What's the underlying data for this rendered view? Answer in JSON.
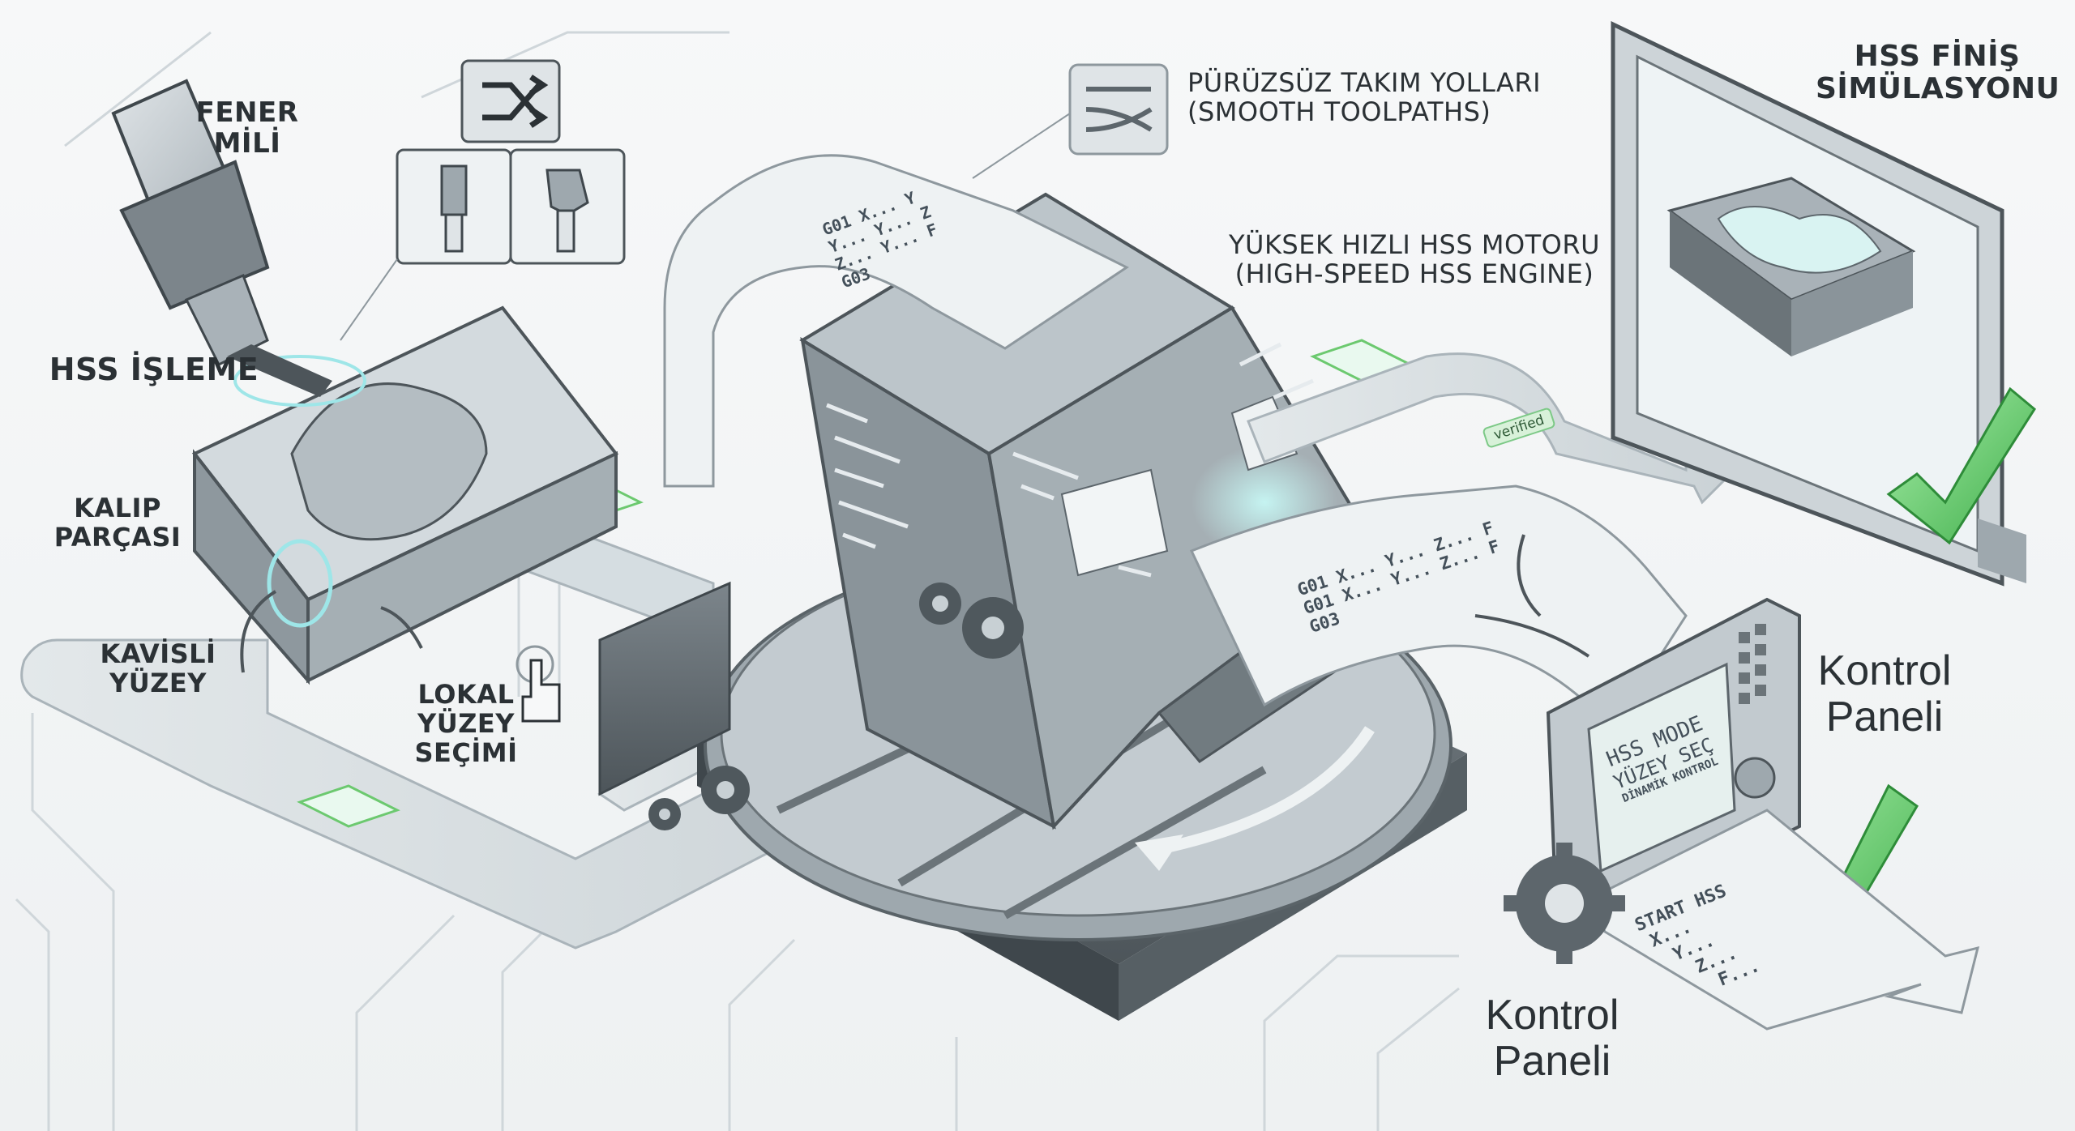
{
  "labels": {
    "spindle": [
      "FENER",
      "MİLİ"
    ],
    "hss_machining": "HSS İŞLEME",
    "mold_part": [
      "KALIP",
      "PARÇASI"
    ],
    "curved_surface": [
      "KAVİSLİ",
      "YÜZEY"
    ],
    "local_selection": [
      "LOKAL",
      "YÜZEY",
      "SEÇİMİ"
    ],
    "smooth_toolpaths": [
      "PÜRÜZSÜZ TAKIM YOLLARI",
      "(SMOOTH TOOLPATHS)"
    ],
    "engine": [
      "YÜKSEK HIZLI HSS MOTORU",
      "(HIGH-SPEED HSS ENGINE)"
    ],
    "finish_sim": [
      "HSS FİNİŞ",
      "SİMÜLASYONU"
    ],
    "control_panel_right": [
      "Kontrol",
      "Paneli"
    ],
    "control_panel_bottom": [
      "Kontrol",
      "Paneli"
    ],
    "verified": "verified"
  },
  "gcode_top": [
    "G01 X... Y",
    "Y... Y... Z",
    "Z... Y... F",
    "G03"
  ],
  "gcode_right": [
    "G01 X... Y... Z... F",
    "G01 X... Y... Z... F",
    "G03"
  ],
  "panel_screen": [
    "HSS MODE",
    "YÜZEY SEÇ",
    "DİNAMİK KONTROL"
  ],
  "start_sheet": [
    "START HSS",
    "X...",
    "Y...",
    "Z...",
    "F..."
  ],
  "icons": [
    "shuffle-icon",
    "end-mill-icon",
    "ball-mill-icon",
    "flow-arrows-icon",
    "gear-icon",
    "checkmark-icon",
    "pointer-hand-icon"
  ],
  "colors": {
    "accent_green": "#6cc96f",
    "glow_cyan": "#9ee6e8",
    "metal": "#b9c2c8",
    "dark_metal": "#5d666c"
  }
}
